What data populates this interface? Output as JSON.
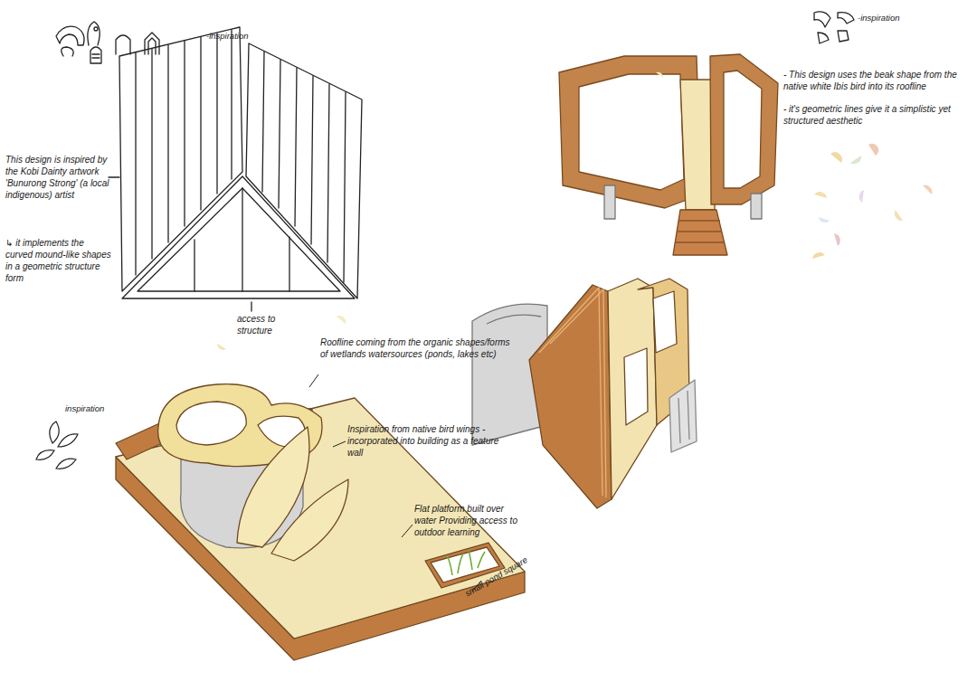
{
  "diagram": {
    "labels": [
      "-inspiration",
      "This design is inspired by the Kobi Dainty artwork 'Bunurong Strong' (a local indigenous) artist",
      "↳ it implements the curved mound-like shapes in a geometric structure form",
      "access to structure",
      "-inspiration",
      "- This design uses the beak shape from the native white Ibis bird into its roofline",
      "- it's geometric lines give it a simplistic yet structured aesthetic",
      "inspiration",
      "Roofline coming from the organic shapes/forms of wetlands watersources (ponds, lakes etc)",
      "Inspiration from native bird wings - incorporated into building as a feature wall",
      "Flat platform built over water Providing access to outdoor learning",
      "small pond square"
    ]
  }
}
